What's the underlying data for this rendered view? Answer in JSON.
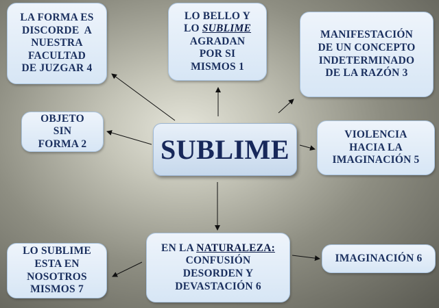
{
  "center": {
    "label": "SUBLIME"
  },
  "nodes": {
    "forma_discorde": [
      "LA FORMA ES",
      "DISCORDE  A",
      "NUESTRA",
      "FACULTAD",
      "DE JUZGAR 4"
    ],
    "bello_sublime": {
      "line1": "LO BELLO Y",
      "line2_prefix": "LO ",
      "line2_emph": "SUBLIME",
      "line3": "AGRADAN",
      "line4": "POR SI",
      "line5": "MISMOS 1"
    },
    "manifestacion": [
      "MANIFESTACIÓN",
      "DE UN CONCEPTO",
      "INDETERMINADO",
      "DE LA RAZÓN 3"
    ],
    "objeto_sin_forma": [
      "OBJETO",
      "SIN",
      "FORMA 2"
    ],
    "violencia": [
      "VIOLENCIA",
      "HACIA LA",
      "IMAGINACIÓN 5"
    ],
    "en_nosotros": [
      "LO SUBLIME",
      "ESTA EN",
      "NOSOTROS",
      "MISMOS 7"
    ],
    "naturaleza": {
      "prefix": "EN LA ",
      "emph": "NATURALEZA:",
      "line2": "CONFUSIÓN",
      "line3": "DESORDEN Y",
      "line4": "DEVASTACIÓN 6"
    },
    "imaginacion": [
      "IMAGINACIÓN 6"
    ]
  }
}
